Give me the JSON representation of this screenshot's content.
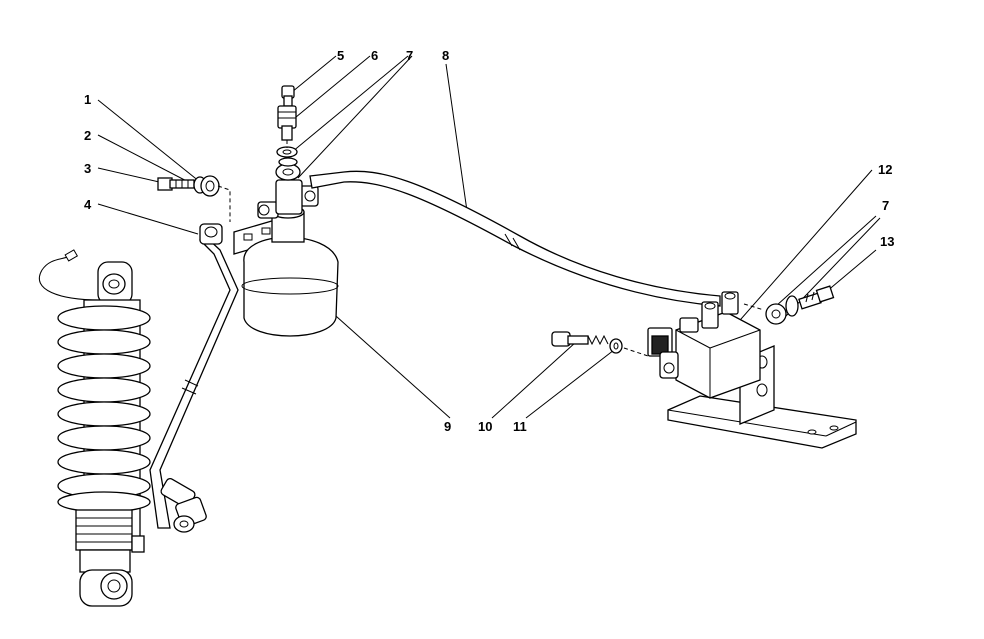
{
  "callouts": [
    {
      "id": "c1",
      "text": "1"
    },
    {
      "id": "c2",
      "text": "2"
    },
    {
      "id": "c3",
      "text": "3"
    },
    {
      "id": "c4",
      "text": "4"
    },
    {
      "id": "c5",
      "text": "5"
    },
    {
      "id": "c6",
      "text": "6"
    },
    {
      "id": "c7a",
      "text": "7"
    },
    {
      "id": "c8",
      "text": "8"
    },
    {
      "id": "c9",
      "text": "9"
    },
    {
      "id": "c10",
      "text": "10"
    },
    {
      "id": "c11",
      "text": "11"
    },
    {
      "id": "c12",
      "text": "12"
    },
    {
      "id": "c7b",
      "text": "7"
    },
    {
      "id": "c13",
      "text": "13"
    }
  ]
}
